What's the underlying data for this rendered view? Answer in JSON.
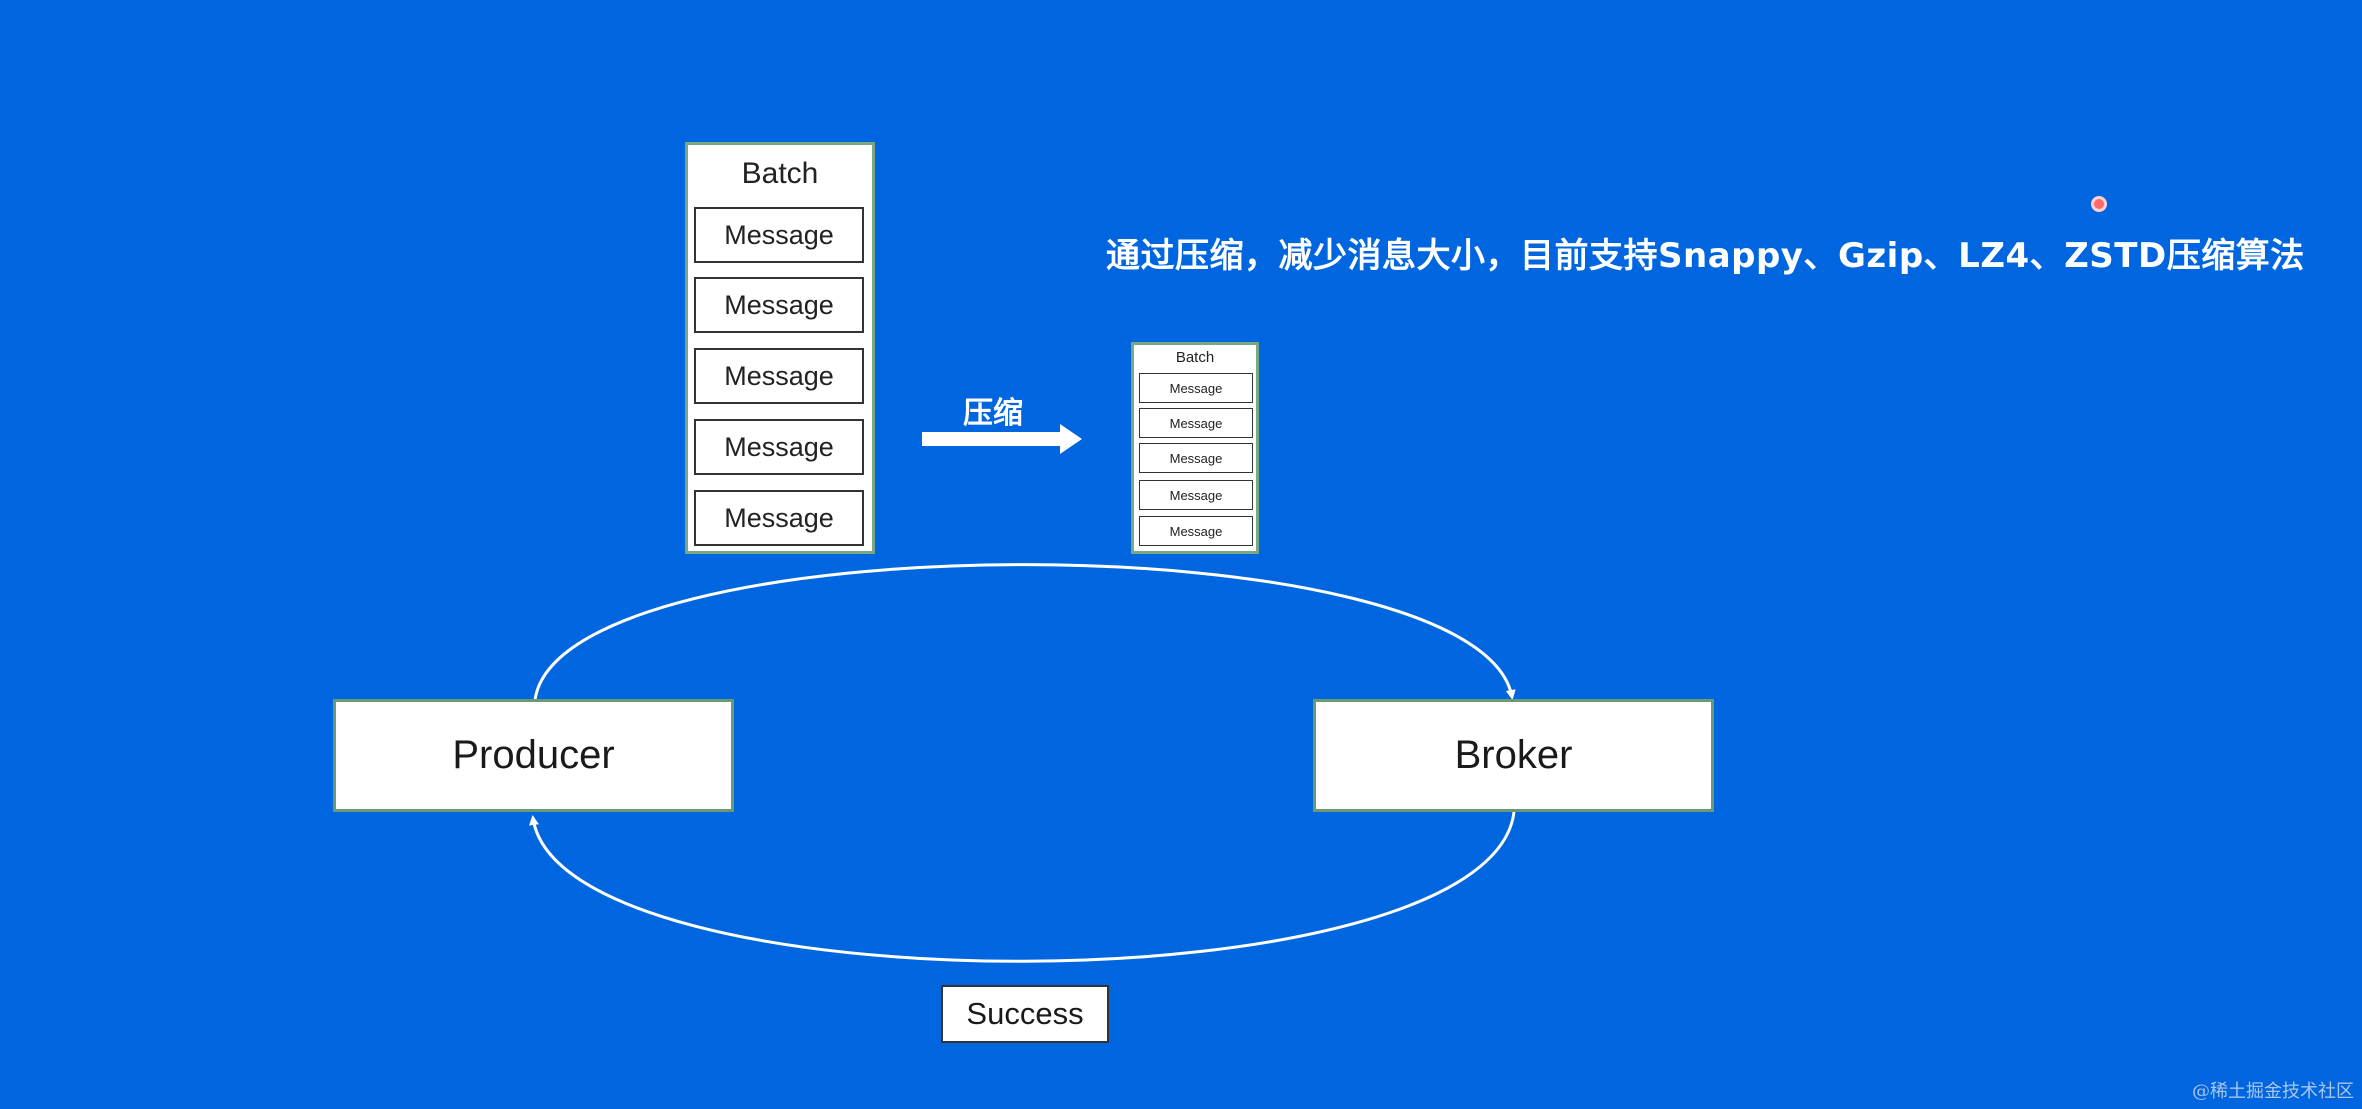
{
  "description_text": "通过压缩，减少消息大小，目前支持Snappy、Gzip、LZ4、ZSTD压缩算法",
  "compress_label": "压缩",
  "batch_original": {
    "title": "Batch",
    "messages": [
      "Message",
      "Message",
      "Message",
      "Message",
      "Message"
    ]
  },
  "batch_compressed": {
    "title": "Batch",
    "messages": [
      "Message",
      "Message",
      "Message",
      "Message",
      "Message"
    ]
  },
  "nodes": {
    "producer": "Producer",
    "broker": "Broker"
  },
  "success_label": "Success",
  "watermark": "@稀土掘金技术社区",
  "colors": {
    "background": "#0066e0",
    "box_border": "#6a9a72",
    "arrow": "#ffffff",
    "cursor_dot": "#ff6b6b"
  }
}
